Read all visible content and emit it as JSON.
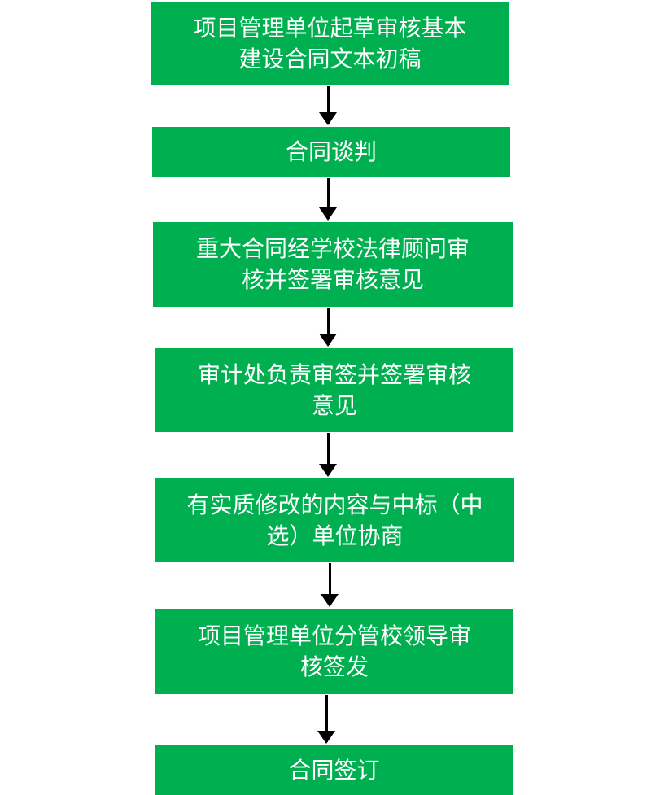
{
  "colors": {
    "box": "#00B050",
    "text": "#FFFFFF",
    "arrow": "#000000"
  },
  "steps": [
    {
      "lines": [
        "项目管理单位起草审核基本",
        "建设合同文本初稿"
      ]
    },
    {
      "lines": [
        "合同谈判"
      ]
    },
    {
      "lines": [
        "重大合同经学校法律顾问审",
        "核并签署审核意见"
      ]
    },
    {
      "lines": [
        "审计处负责审签并签署审核",
        "意见"
      ]
    },
    {
      "lines": [
        "有实质修改的内容与中标（中",
        "选）单位协商"
      ]
    },
    {
      "lines": [
        "项目管理单位分管校领导审",
        "核签发"
      ]
    },
    {
      "lines": [
        "合同签订"
      ]
    }
  ]
}
